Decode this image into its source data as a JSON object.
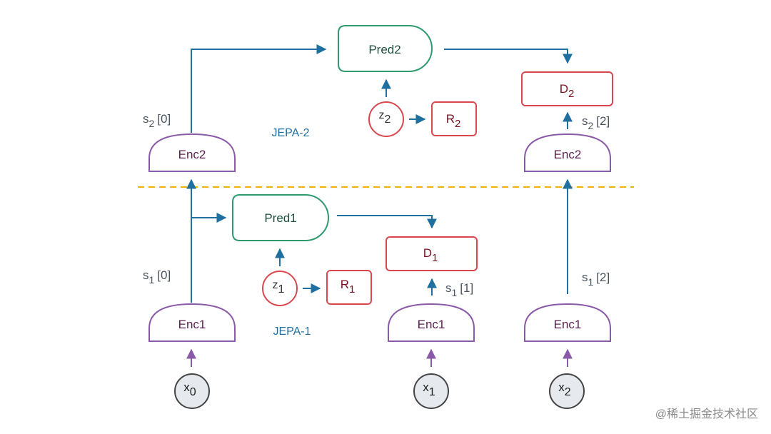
{
  "colors": {
    "encoder": "#8a5aa8",
    "encoder_text": "#5a1e4e",
    "predictor": "#2e9a6e",
    "predictor_text": "#1f4f3e",
    "decoder": "#d9474e",
    "decoder_text": "#7a1020",
    "arrow": "#1f6f9f",
    "input_arrow": "#8a5aa8",
    "label": "#4a5560",
    "jepa_label": "#1f6f9f",
    "divider": "#f0b400",
    "input_fill": "#e6e9ed",
    "input_stroke": "#444444",
    "watermark": "#8a8a8a"
  },
  "level2": {
    "label": "JEPA-2",
    "pred": "Pred2",
    "z": {
      "base": "z",
      "sub": "2"
    },
    "r": {
      "base": "R",
      "sub": "2"
    },
    "d": {
      "base": "D",
      "sub": "2"
    },
    "enc_left": "Enc2",
    "enc_right": "Enc2",
    "s_left": {
      "base": "s",
      "sub": "2",
      "idx": "[0]"
    },
    "s_right": {
      "base": "s",
      "sub": "2",
      "idx": "[2]"
    }
  },
  "level1": {
    "label": "JEPA-1",
    "pred": "Pred1",
    "z": {
      "base": "z",
      "sub": "1"
    },
    "r": {
      "base": "R",
      "sub": "1"
    },
    "d": {
      "base": "D",
      "sub": "1"
    },
    "enc_0": "Enc1",
    "enc_1": "Enc1",
    "enc_2": "Enc1",
    "s_0": {
      "base": "s",
      "sub": "1",
      "idx": "[0]"
    },
    "s_1": {
      "base": "s",
      "sub": "1",
      "idx": "[1]"
    },
    "s_2": {
      "base": "s",
      "sub": "1",
      "idx": "[2]"
    }
  },
  "inputs": {
    "x0": {
      "base": "x",
      "sub": "0"
    },
    "x1": {
      "base": "x",
      "sub": "1"
    },
    "x2": {
      "base": "x",
      "sub": "2"
    }
  },
  "watermark": "@稀土掘金技术社区"
}
